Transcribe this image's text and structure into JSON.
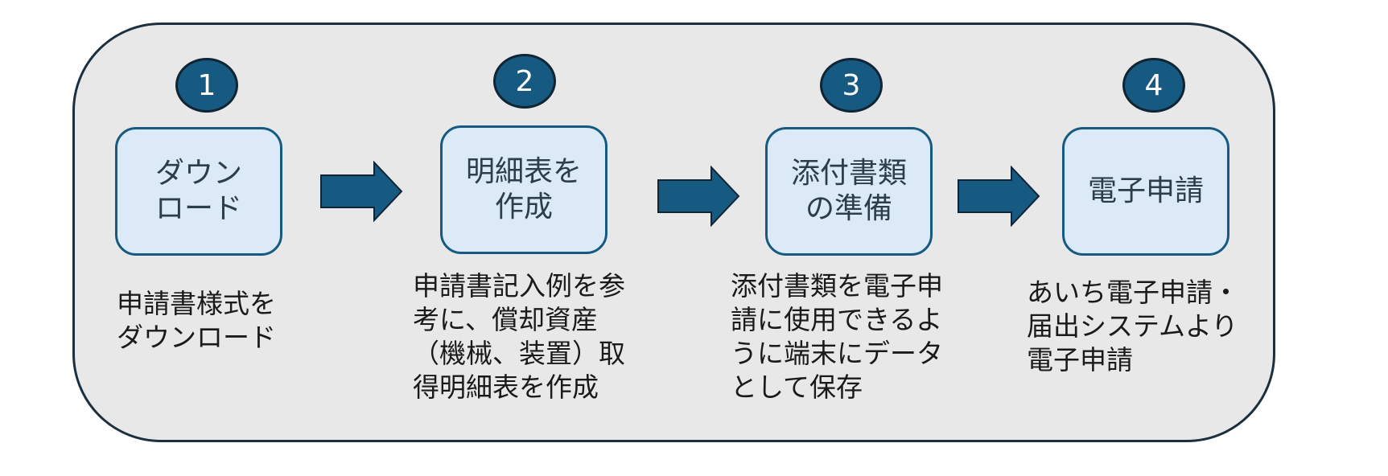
{
  "colors": {
    "panel_bg": "#e8e8e8",
    "panel_border": "#1b2f3f",
    "badge_fill": "#165a82",
    "box_fill": "#dce9f6",
    "box_border": "#165a82",
    "arrow_fill": "#165a82"
  },
  "steps": [
    {
      "number": "1",
      "box_text": "ダウン\nロード",
      "description": "申請書様式を\nダウンロード"
    },
    {
      "number": "2",
      "box_text": "明細表を\n作成",
      "description": "申請書記入例を参\n考に、償却資産\n（機械、装置）取\n得明細表を作成"
    },
    {
      "number": "3",
      "box_text": "添付書類\nの準備",
      "description": "添付書類を電子申\n請に使用できるよ\nうに端末にデータ\nとして保存"
    },
    {
      "number": "4",
      "box_text": "電子申請",
      "description": "あいち電子申請・\n届出システムより\n電子申請"
    }
  ],
  "arrows": [
    {
      "from": "1",
      "to": "2"
    },
    {
      "from": "2",
      "to": "3"
    },
    {
      "from": "3",
      "to": "4"
    }
  ]
}
